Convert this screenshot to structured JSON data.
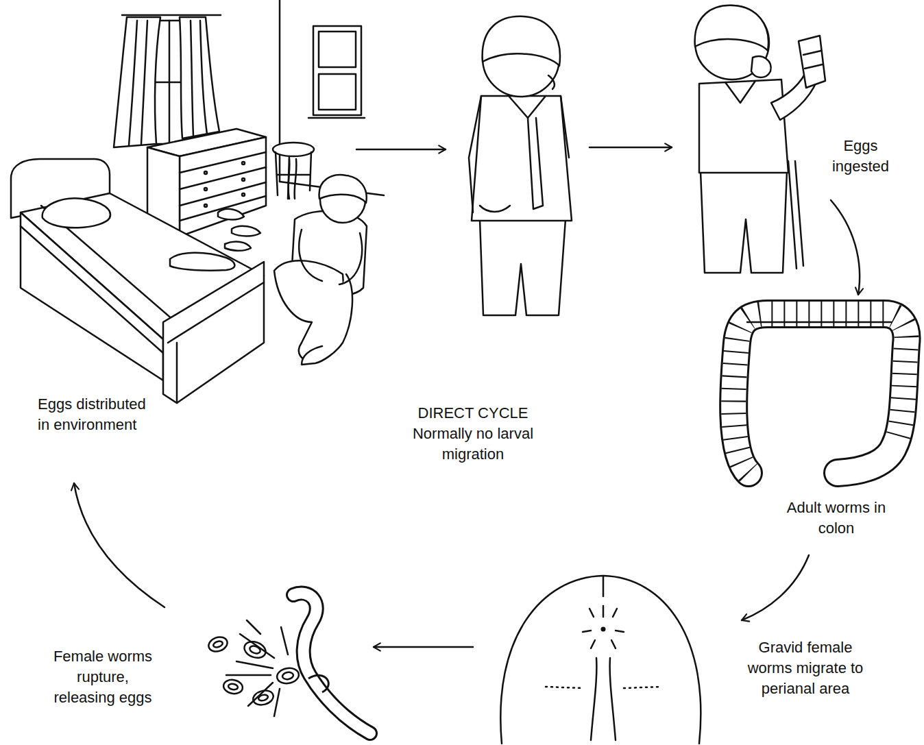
{
  "diagram": {
    "labels": [
      "Eggs ingested",
      "Adult worms in colon",
      "Gravid female worms migrate to perianal area",
      "Female worms rupture, releasing eggs",
      "Eggs distributed in environment",
      "DIRECT CYCLE",
      "Normally no larval migration"
    ]
  }
}
